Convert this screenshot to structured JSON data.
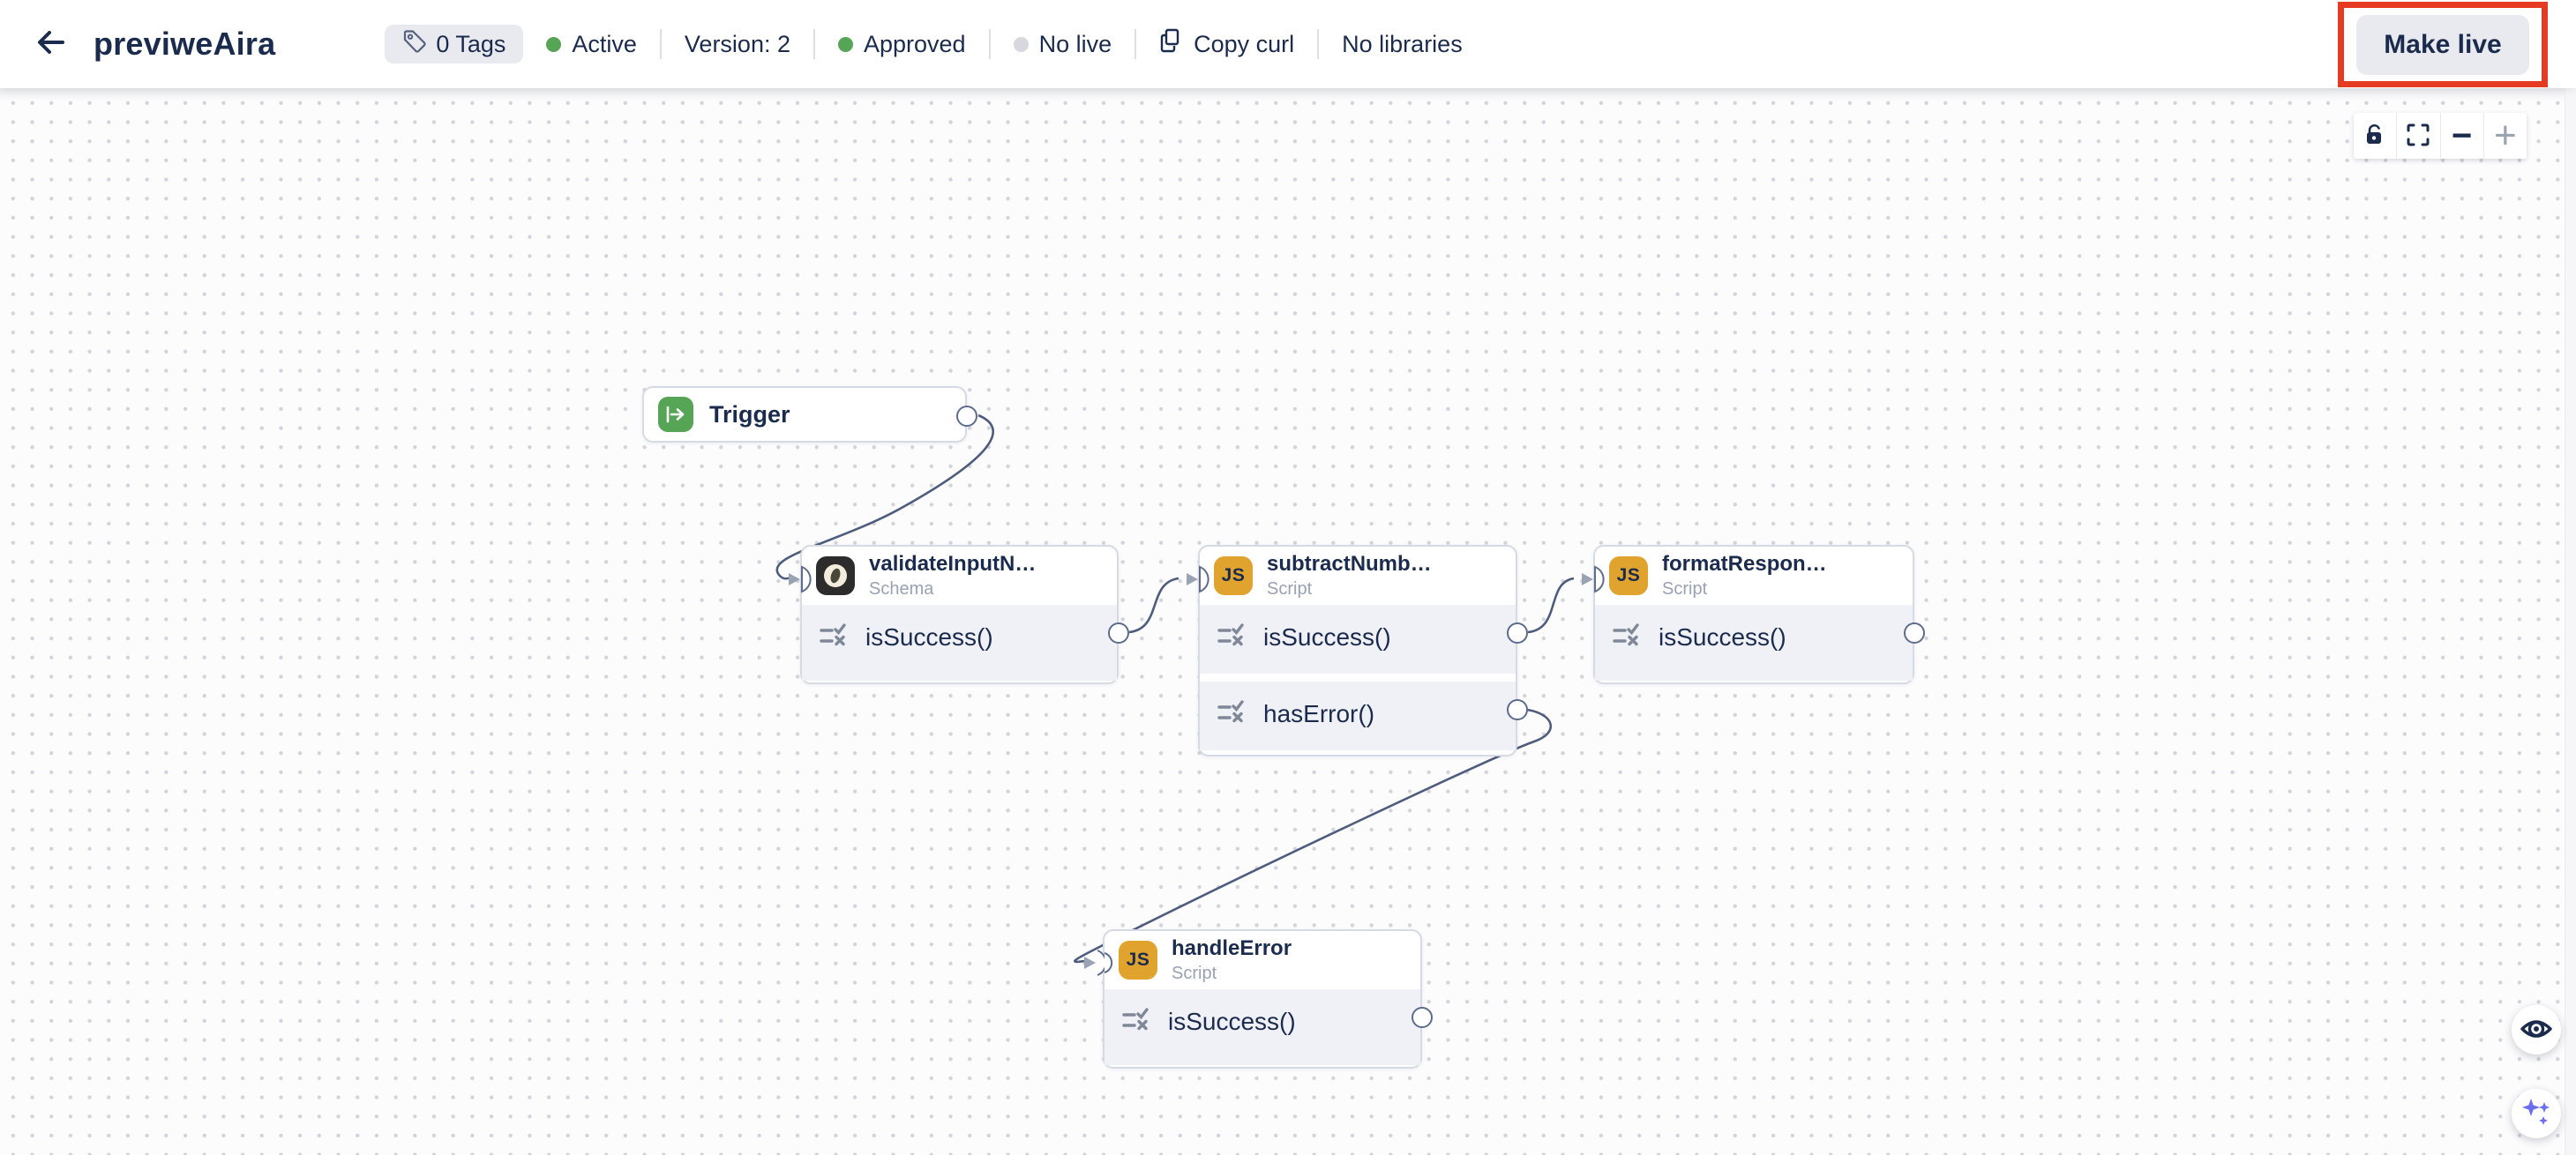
{
  "header": {
    "title": "previweAira",
    "tags_badge": "0 Tags",
    "active_label": "Active",
    "version_label": "Version: 2",
    "approved_label": "Approved",
    "no_live_label": "No live",
    "copy_curl_label": "Copy curl",
    "no_libraries_label": "No libraries",
    "make_live_label": "Make live",
    "annotation": {
      "type": "highlight-box",
      "color": "#e63b23"
    }
  },
  "canvas_toolbar": {
    "buttons": [
      "lock-open",
      "fit-view",
      "zoom-out",
      "zoom-in"
    ],
    "zoom_out_glyph": "−",
    "zoom_in_glyph": "+"
  },
  "workflow": {
    "nodes": [
      {
        "id": "trigger",
        "title": "Trigger",
        "kind": "trigger"
      },
      {
        "id": "validateInputNumbers",
        "title": "validateInputN…",
        "subtitle": "Schema",
        "icon": "schema",
        "rows": [
          "isSuccess()"
        ]
      },
      {
        "id": "subtractNumbers",
        "title": "subtractNumb…",
        "subtitle": "Script",
        "icon": "js",
        "icon_label": "JS",
        "rows": [
          "isSuccess()",
          "hasError()"
        ]
      },
      {
        "id": "formatResponse",
        "title": "formatRespon…",
        "subtitle": "Script",
        "icon": "js",
        "icon_label": "JS",
        "rows": [
          "isSuccess()"
        ]
      },
      {
        "id": "handleError",
        "title": "handleError",
        "subtitle": "Script",
        "icon": "js",
        "icon_label": "JS",
        "rows": [
          "isSuccess()"
        ]
      }
    ],
    "edges": [
      {
        "from": "trigger",
        "to": "validateInputNumbers"
      },
      {
        "from": "validateInputNumbers.isSuccess()",
        "to": "subtractNumbers"
      },
      {
        "from": "subtractNumbers.isSuccess()",
        "to": "formatResponse"
      },
      {
        "from": "subtractNumbers.hasError()",
        "to": "handleError"
      }
    ]
  },
  "floating_buttons": {
    "preview": "eye",
    "assistant": "sparkles"
  },
  "colors": {
    "text_navy": "#1b2b4e",
    "accent_green": "#56a456",
    "node_icon_amber": "#dfa32e",
    "annotation_red": "#e63b23",
    "assistant_purple": "#6b6ef0",
    "edge": "#4e5d7e"
  }
}
